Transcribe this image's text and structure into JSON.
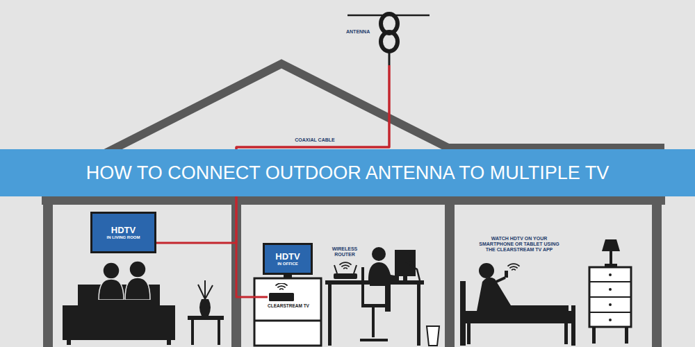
{
  "diagram": {
    "title": "HOW TO CONNECT OUTDOOR ANTENNA TO MULTIPLE TV",
    "nodes": [
      {
        "text": [
          "ANTENNA"
        ]
      },
      {
        "text": [
          "HDTV",
          "IN LIVING ROOM"
        ]
      },
      {
        "text": [
          "HDTV",
          "IN OFFICE"
        ]
      },
      {
        "text": [
          "CLEARSTREAM TV"
        ]
      }
    ],
    "edges": [
      {
        "from": 0,
        "to": 1,
        "arrow": "none"
      },
      {
        "from": 0,
        "to": 3,
        "arrow": "none"
      }
    ],
    "labels": [
      "COAXIAL CABLE",
      "WIRELESS ROUTER",
      "WATCH HDTV ON YOUR SMARTPHONE OR TABLET USING THE CLEARSTREAM TV APP"
    ]
  }
}
